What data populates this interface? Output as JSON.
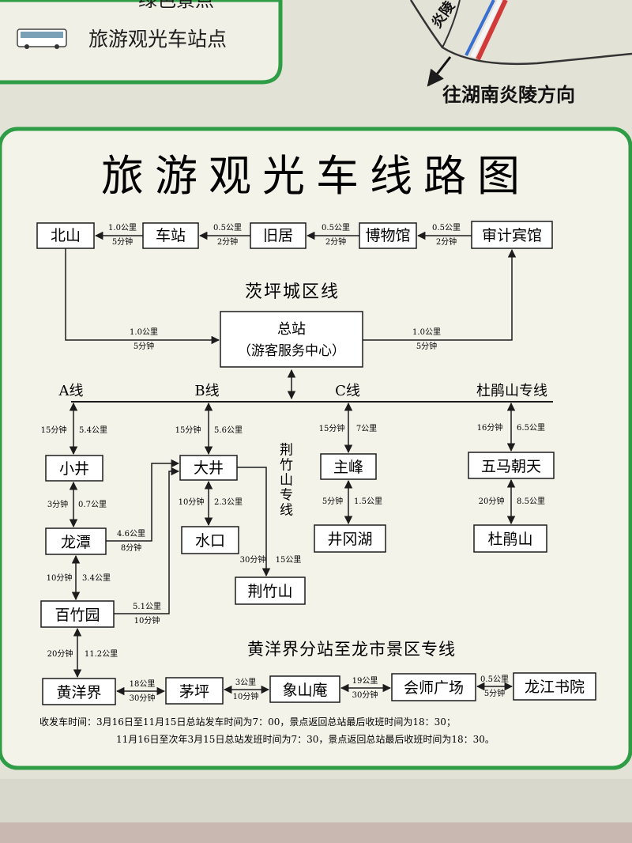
{
  "header": {
    "legend_partial": "绿色景点",
    "legend_bus": "旅游观光车站点",
    "direction_label": "往湖南炎陵方向",
    "road_sign": "炎陵"
  },
  "title": "旅游观光车线路图",
  "colors": {
    "frame": "#2f9d46",
    "line": "#1c1c1c",
    "board": "#f4f3ea"
  },
  "city_line": {
    "name": "茨坪城区线",
    "stops": [
      "北山",
      "车站",
      "旧居",
      "博物馆",
      "审计宾馆"
    ],
    "segments": [
      {
        "dist": "1.0公里",
        "time": "5分钟"
      },
      {
        "dist": "0.5公里",
        "time": "2分钟"
      },
      {
        "dist": "0.5公里",
        "time": "2分钟"
      },
      {
        "dist": "0.5公里",
        "time": "2分钟"
      }
    ],
    "hub_left": {
      "dist": "1.0公里",
      "time": "5分钟"
    },
    "hub_right": {
      "dist": "1.0公里",
      "time": "5分钟"
    }
  },
  "hub": {
    "name": "总站",
    "sub": "（游客服务中心）"
  },
  "lines": [
    {
      "name": "A线"
    },
    {
      "name": "B线"
    },
    {
      "name": "C线"
    },
    {
      "name": "杜鹃山专线"
    }
  ],
  "stations": {
    "xiaojing": "小井",
    "longtan": "龙潭",
    "baizhuyuan": "百竹园",
    "dajing": "大井",
    "shuikou": "水口",
    "jingzhushan": "荆竹山",
    "zhufeng": "主峰",
    "jinggang_lake": "井冈湖",
    "wuma": "五马朝天",
    "dujuanshan": "杜鹃山"
  },
  "segments": {
    "a1": {
      "time": "15分钟",
      "dist": "5.4公里"
    },
    "a2": {
      "time": "3分钟",
      "dist": "0.7公里"
    },
    "a3": {
      "time": "10分钟",
      "dist": "3.4公里"
    },
    "b1": {
      "time": "15分钟",
      "dist": "5.6公里"
    },
    "b2": {
      "time": "10分钟",
      "dist": "2.3公里"
    },
    "c1": {
      "time": "15分钟",
      "dist": "7公里"
    },
    "c2": {
      "time": "5分钟",
      "dist": "1.5公里"
    },
    "d1": {
      "time": "16分钟",
      "dist": "6.5公里"
    },
    "d2": {
      "time": "20分钟",
      "dist": "8.5公里"
    },
    "longtan_dajing": {
      "dist": "4.6公里",
      "time": "8分钟"
    },
    "bzy_dajing": {
      "dist": "5.1公里",
      "time": "10分钟"
    },
    "jzs": {
      "time": "30分钟",
      "dist": "15公里"
    },
    "bzy_hyj": {
      "time": "20分钟",
      "dist": "11.2公里"
    }
  },
  "jingzhushan_line": "荆竹山专线",
  "bottom_line": {
    "name": "黄洋界分站至龙市景区专线",
    "stops": [
      "黄洋界",
      "茅坪",
      "象山庵",
      "会师广场",
      "龙江书院"
    ],
    "segments": [
      {
        "dist": "18公里",
        "time": "30分钟"
      },
      {
        "dist": "3公里",
        "time": "10分钟"
      },
      {
        "dist": "19公里",
        "time": "30分钟"
      },
      {
        "dist": "0.5公里",
        "time": "5分钟"
      }
    ]
  },
  "schedule": [
    "收发车时间：3月16日至11月15日总站发车时间为7：00，景点返回总站最后收班时间为18：30；",
    "11月16日至次年3月15日总站发班时间为7：30，景点返回总站最后收班时间为18：30。"
  ]
}
